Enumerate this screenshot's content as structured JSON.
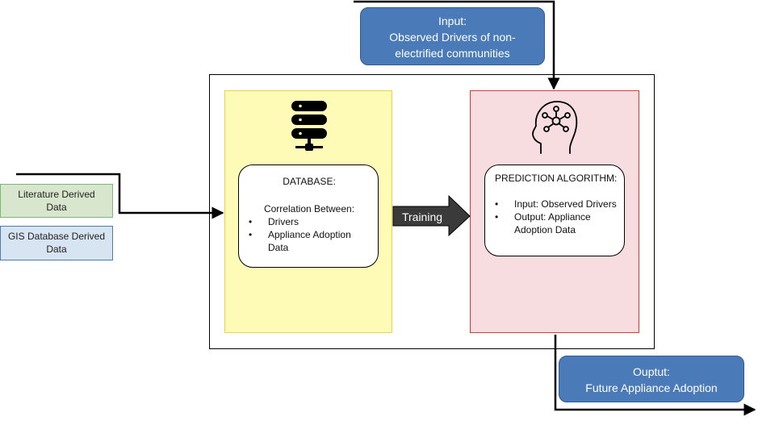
{
  "input_box": {
    "heading": "Input:",
    "line1": "Observed Drivers of non-",
    "line2": "electrified communities"
  },
  "output_box": {
    "heading": "Ouptut:",
    "line1": "Future Appliance Adoption"
  },
  "sources": {
    "literature": {
      "line1": "Literature Derived",
      "line2": "Data"
    },
    "gis": {
      "line1": "GIS Database Derived",
      "line2": "Data"
    }
  },
  "database_card": {
    "title": "DATABASE:",
    "subtitle": "Correlation Between:",
    "items": [
      "Drivers",
      "Appliance Adoption Data"
    ]
  },
  "prediction_card": {
    "title": "PREDICTION ALGORITHM:",
    "items": [
      "Input: Observed Drivers",
      "Output: Appliance Adoption Data"
    ]
  },
  "training_arrow": {
    "label": "Training"
  },
  "icons": {
    "database": "database-server-icon",
    "ai_head": "ai-head-network-icon"
  },
  "colors": {
    "database_panel": "#fefbb6",
    "prediction_panel": "#f7dde0",
    "blue_box": "#4a7ab8",
    "literature_box": "#d8e6cd",
    "gis_box": "#d7e4f2",
    "training_arrow": "#3a3a3a"
  }
}
